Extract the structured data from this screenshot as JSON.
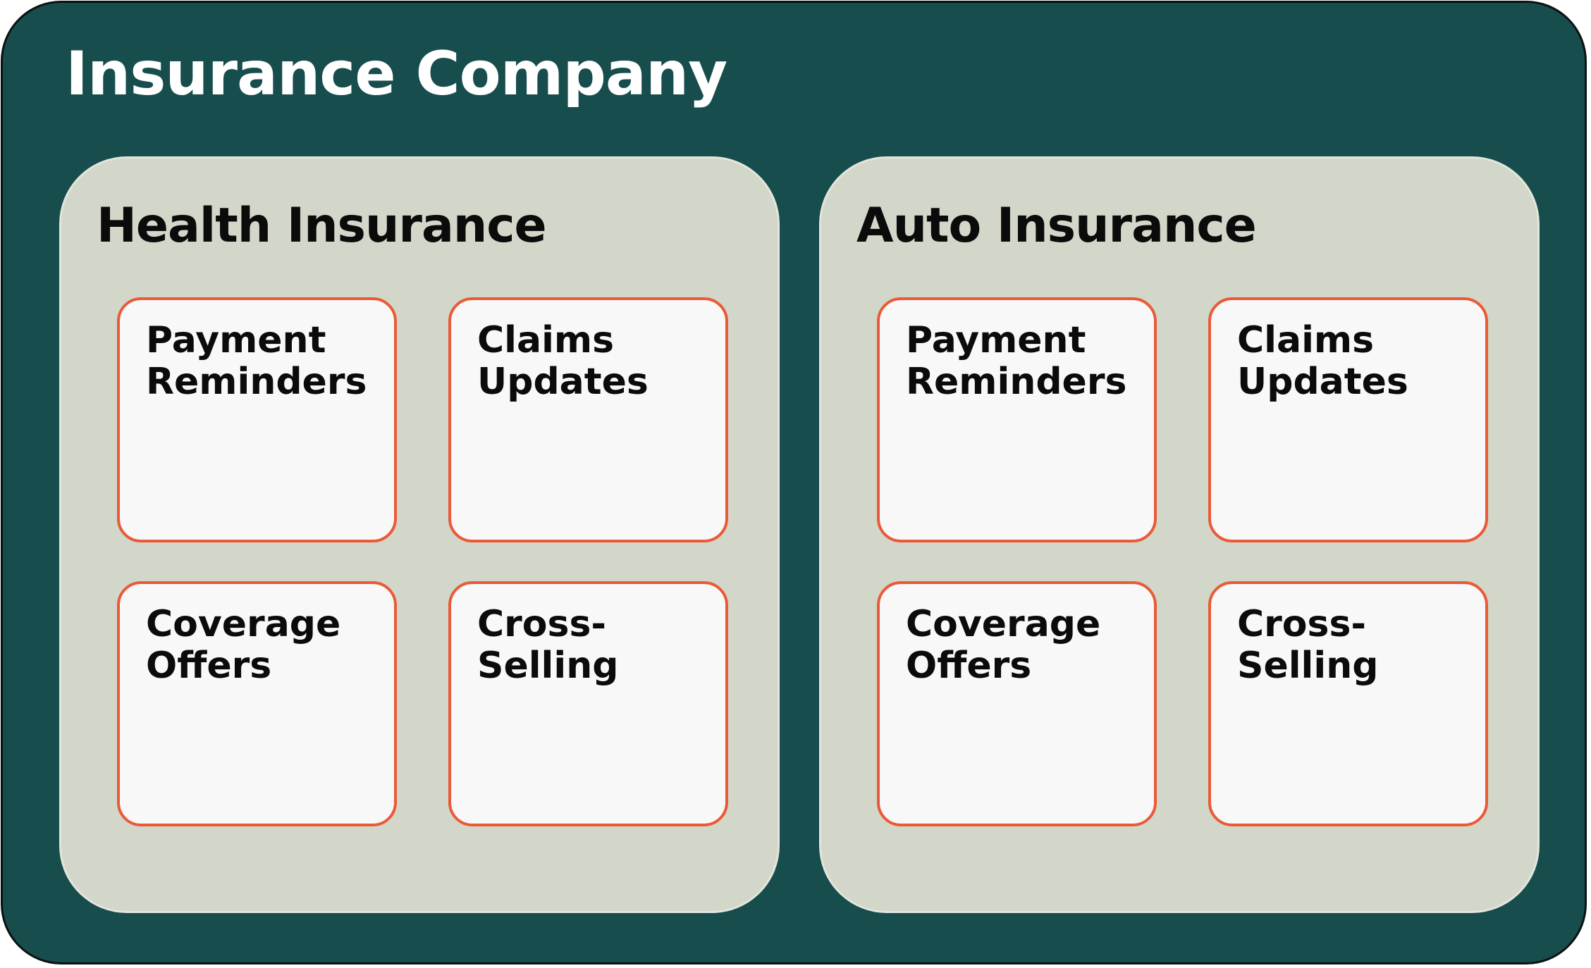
{
  "company": {
    "title": "Insurance Company"
  },
  "divisions": [
    {
      "title": "Health Insurance",
      "cards": [
        {
          "label": "Payment\nReminders"
        },
        {
          "label": "Claims\nUpdates"
        },
        {
          "label": "Coverage\nOffers"
        },
        {
          "label": "Cross-\nSelling"
        }
      ]
    },
    {
      "title": "Auto Insurance",
      "cards": [
        {
          "label": "Payment\nReminders"
        },
        {
          "label": "Claims\nUpdates"
        },
        {
          "label": "Coverage\nOffers"
        },
        {
          "label": "Cross-\nSelling"
        }
      ]
    }
  ],
  "colors": {
    "company_bg": "#184d4d",
    "division_bg": "#d2d7c9",
    "card_bg": "#f8f8f8",
    "card_border": "#ea5a38",
    "text_light": "#ffffff",
    "text_dark": "#0b0b0b"
  }
}
